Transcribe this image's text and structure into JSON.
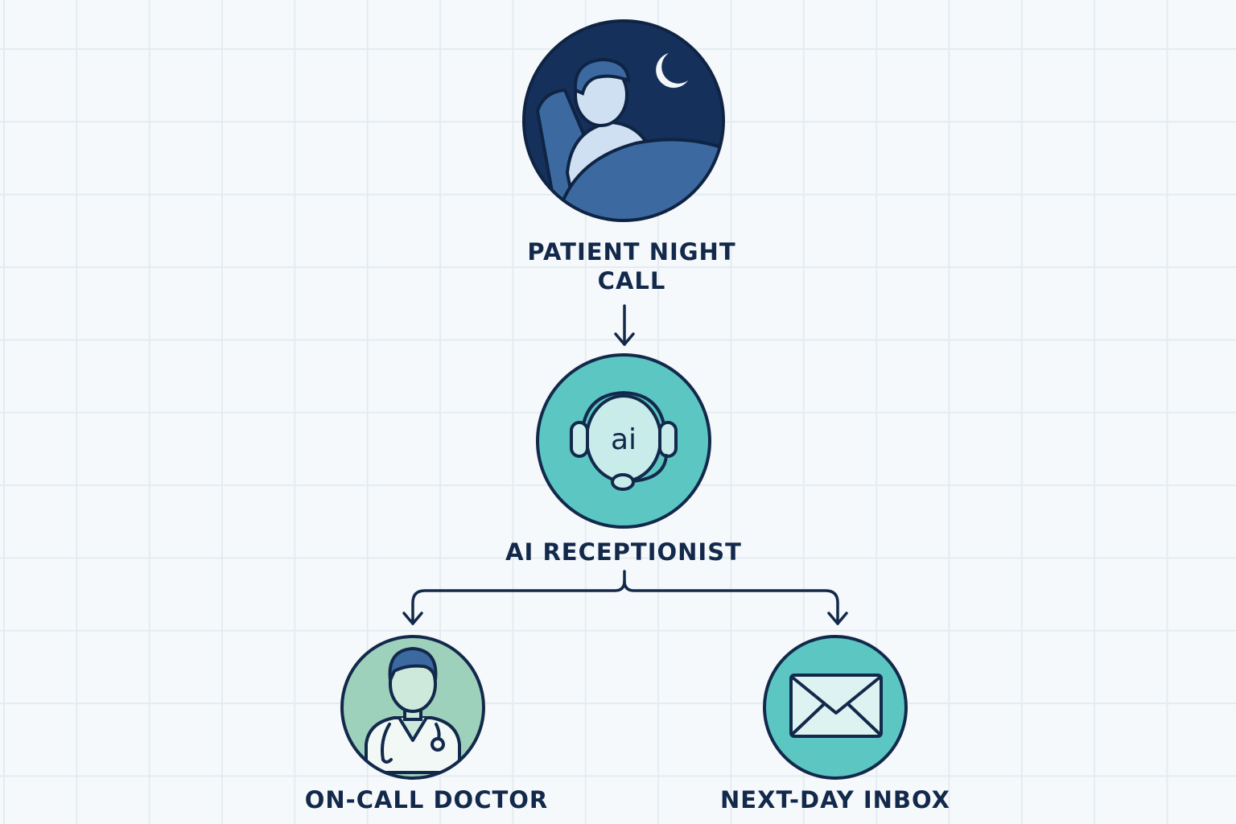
{
  "nodes": {
    "patient_call": {
      "label_line1": "PATIENT NIGHT",
      "label_line2": "CALL",
      "icon": "sleeping-person-moon-icon"
    },
    "ai_receptionist": {
      "label": "AI RECEPTIONIST",
      "icon_text": "ai",
      "icon": "ai-headset-icon"
    },
    "on_call_doctor": {
      "label": "ON-CALL DOCTOR",
      "icon": "doctor-stethoscope-icon"
    },
    "next_day_inbox": {
      "label": "NEXT-DAY INBOX",
      "icon": "envelope-icon"
    }
  },
  "colors": {
    "navy": "#13294b",
    "night_sky": "#15305a",
    "blanket": "#3c6aa0",
    "teal": "#5cc6c2",
    "mint": "#9ed1bb",
    "light_face": "#cfe0f2",
    "envelope": "#dcf3f1"
  }
}
